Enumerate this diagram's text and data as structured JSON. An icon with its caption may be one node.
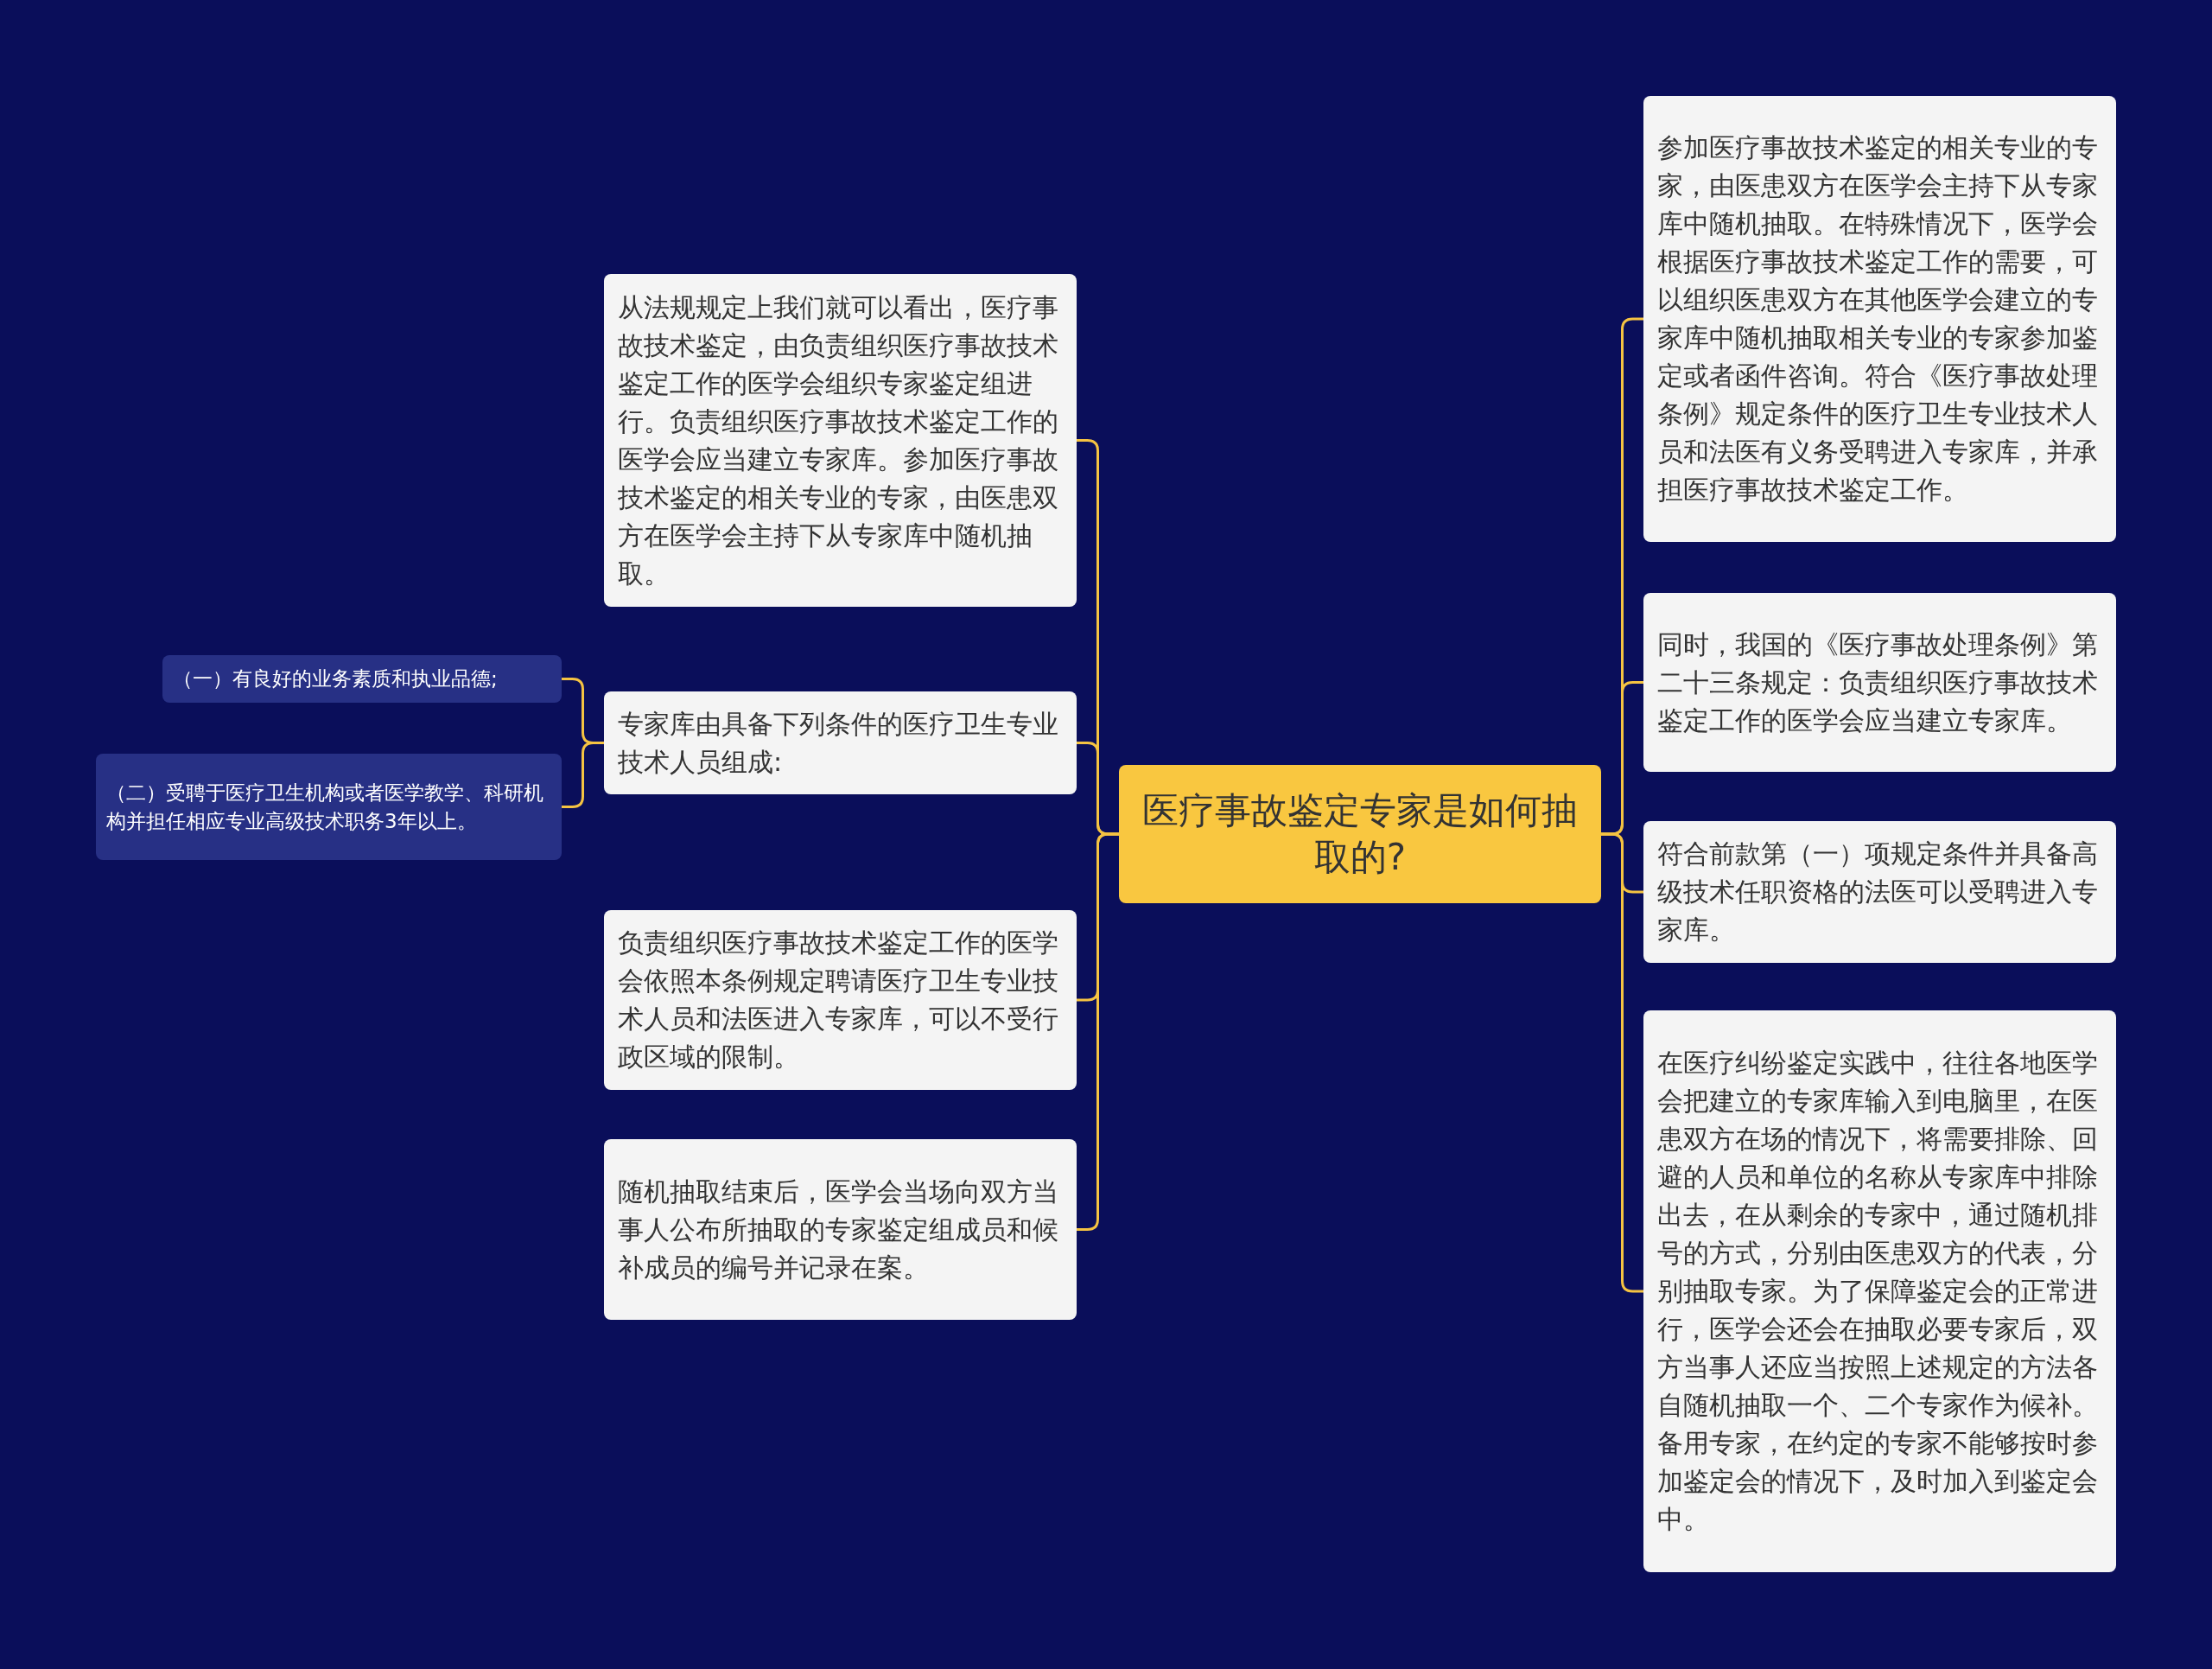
{
  "diagram": {
    "nodes": [
      {
        "text": [
          "医疗事故鉴定专家是如何抽取的?"
        ]
      },
      {
        "text": [
          "从法规规定上我们就可以看出，医疗事故技术鉴定，由负责组织医疗事故技术鉴定工作的医学会组织专家鉴定组进行。负责组织医疗事故技术鉴定工作的医学会应当建立专家库。参加医疗事故技术鉴定的相关专业的专家，由医患双方在医学会主持下从专家库中随机抽取。"
        ]
      },
      {
        "text": [
          "专家库由具备下列条件的医疗卫生专业技术人员组成:"
        ]
      },
      {
        "text": [
          "（一）有良好的业务素质和执业品德;"
        ]
      },
      {
        "text": [
          "（二）受聘于医疗卫生机构或者医学教学、科研机构并担任相应专业高级技术职务3年以上。"
        ]
      },
      {
        "text": [
          "负责组织医疗事故技术鉴定工作的医学会依照本条例规定聘请医疗卫生专业技术人员和法医进入专家库，可以不受行政区域的限制。"
        ]
      },
      {
        "text": [
          "随机抽取结束后，医学会当场向双方当事人公布所抽取的专家鉴定组成员和候补成员的编号并记录在案。"
        ]
      },
      {
        "text": [
          "参加医疗事故技术鉴定的相关专业的专家，由医患双方在医学会主持下从专家库中随机抽取。在特殊情况下，医学会根据医疗事故技术鉴定工作的需要，可以组织医患双方在其他医学会建立的专家库中随机抽取相关专业的专家参加鉴定或者函件咨询。符合《医疗事故处理条例》规定条件的医疗卫生专业技术人员和法医有义务受聘进入专家库，并承担医疗事故技术鉴定工作。"
        ]
      },
      {
        "text": [
          "同时，我国的《医疗事故处理条例》第二十三条规定：负责组织医疗事故技术鉴定工作的医学会应当建立专家库。"
        ]
      },
      {
        "text": [
          "符合前款第（一）项规定条件并具备高级技术任职资格的法医可以受聘进入专家库。"
        ]
      },
      {
        "text": [
          "在医疗纠纷鉴定实践中，往往各地医学会把建立的专家库输入到电脑里，在医患双方在场的情况下，将需要排除、回避的人员和单位的名称从专家库中排除出去，在从剩余的专家中，通过随机排号的方式，分别由医患双方的代表，分别抽取专家。为了保障鉴定会的正常进行，医学会还会在抽取必要专家后，双方当事人还应当按照上述规定的方法各自随机抽取一个、二个专家作为候补。备用专家，在约定的专家不能够按时参加鉴定会的情况下，及时加入到鉴定会中。"
        ]
      }
    ],
    "edges": [
      {
        "from": 0,
        "to": 1,
        "arrow": "none"
      },
      {
        "from": 0,
        "to": 2,
        "arrow": "none"
      },
      {
        "from": 2,
        "to": 3,
        "arrow": "none"
      },
      {
        "from": 2,
        "to": 4,
        "arrow": "none"
      },
      {
        "from": 0,
        "to": 5,
        "arrow": "none"
      },
      {
        "from": 0,
        "to": 6,
        "arrow": "none"
      },
      {
        "from": 0,
        "to": 7,
        "arrow": "none"
      },
      {
        "from": 0,
        "to": 8,
        "arrow": "none"
      },
      {
        "from": 0,
        "to": 9,
        "arrow": "none"
      },
      {
        "from": 0,
        "to": 10,
        "arrow": "none"
      }
    ]
  }
}
